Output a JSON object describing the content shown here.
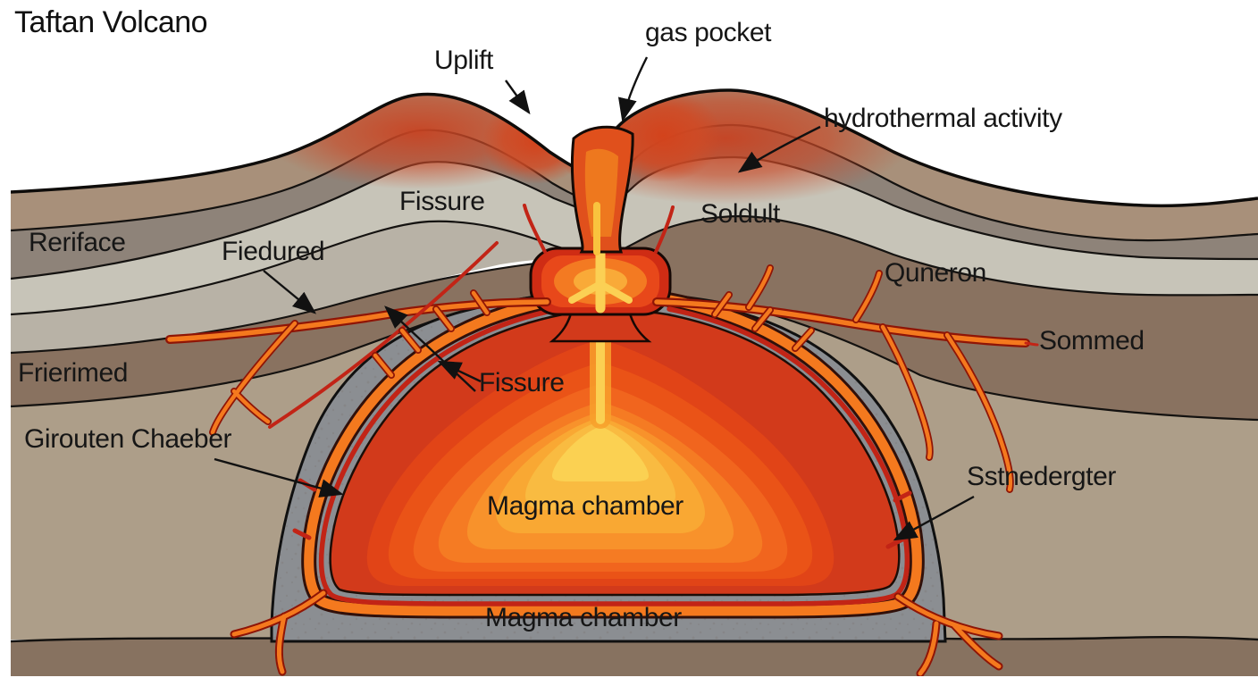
{
  "diagram": {
    "title": "Taftan Volcano",
    "labels": {
      "uplift": "Uplift",
      "gas_pocket": "gas pocket",
      "hydrothermal": "hydrothermal activity",
      "fissure_upper": "Fissure",
      "soldult": "Soldult",
      "reriface": "Reriface",
      "fiedured": "Fiedured",
      "quneron": "Quneron",
      "frierimed": "Frierimed",
      "sommed": "Sommed",
      "fissure_lower": "Fissure",
      "girouten_chamber": "Girouten Chaeber",
      "magma_chamber_center": "Magma chamber",
      "sstnedergter": "Sstnedergter",
      "magma_chamber_bottom": "Magma chamber"
    },
    "colors": {
      "magma_core_yellow": "#fbd152",
      "magma_outer_red": "#d23a1b",
      "dike_orange": "#f4791e",
      "dike_crimson": "#c22416",
      "shell_gray": "#8b8e92",
      "topsoil_tan": "#a8907a",
      "mauve_layer": "#8e8379",
      "light_gray_layer": "#c8c4b8",
      "pale_layer": "#b9b2a6",
      "brown_layer": "#8a7260",
      "tan_bedrock": "#ad9e8a",
      "basement_brown": "#877260",
      "summit_glow": "#c84322",
      "label_color": "#161616"
    }
  }
}
